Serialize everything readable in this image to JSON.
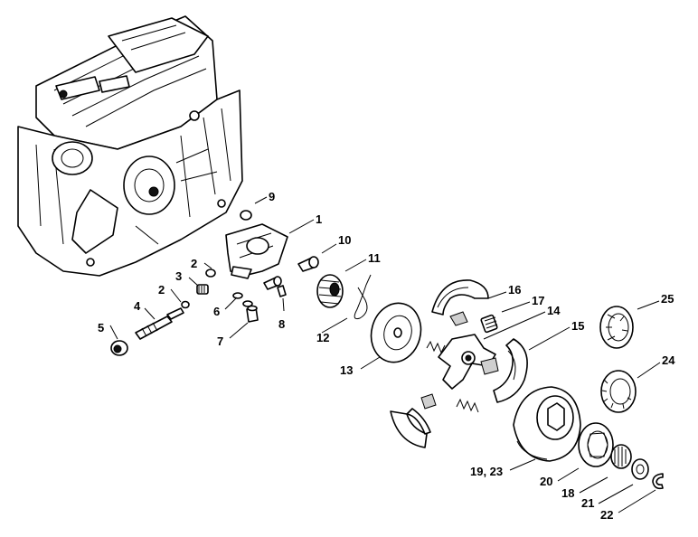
{
  "callouts": {
    "c1": "1",
    "c2a": "2",
    "c2b": "2",
    "c3": "3",
    "c4": "4",
    "c5": "5",
    "c6": "6",
    "c7": "7",
    "c8": "8",
    "c9": "9",
    "c10": "10",
    "c11": "11",
    "c12": "12",
    "c13": "13",
    "c14": "14",
    "c15": "15",
    "c16": "16",
    "c17": "17",
    "c18": "18",
    "c19_23": "19, 23",
    "c20": "20",
    "c21": "21",
    "c22": "22",
    "c24": "24",
    "c25": "25"
  },
  "colors": {
    "ink": "#000000",
    "paper": "#ffffff",
    "shade": "#777777"
  }
}
